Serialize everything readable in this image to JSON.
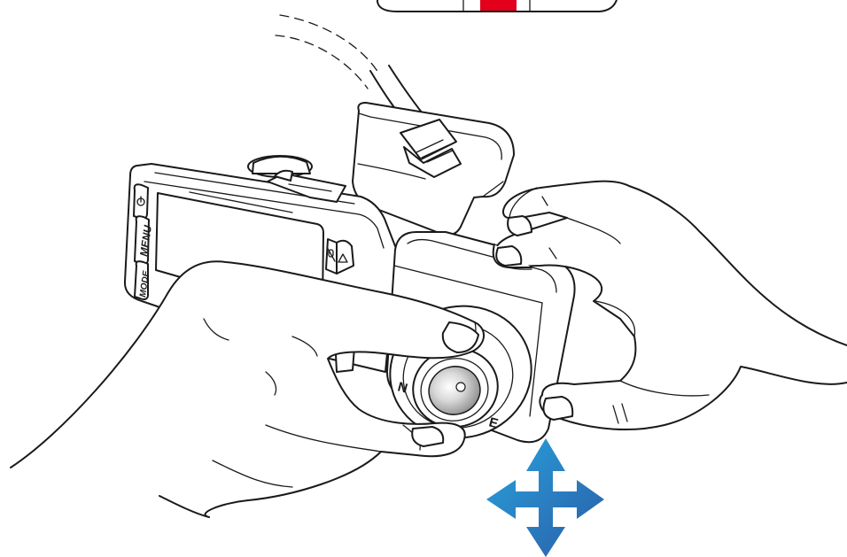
{
  "device": {
    "menu_label": "MENU",
    "mode_label": "MODE",
    "brand_prefix": "N",
    "brand_suffix": "E"
  },
  "colors": {
    "indicator_red": "#e2001a",
    "arrow_blue_light": "#29a3dc",
    "arrow_blue_dark": "#2a5ca8",
    "line": "#1a1a1a"
  },
  "icons": {
    "power": "power-icon",
    "up": "triangle-up-icon",
    "mic": "mic-mute-icon",
    "adjust": "four-way-arrow-icon"
  }
}
